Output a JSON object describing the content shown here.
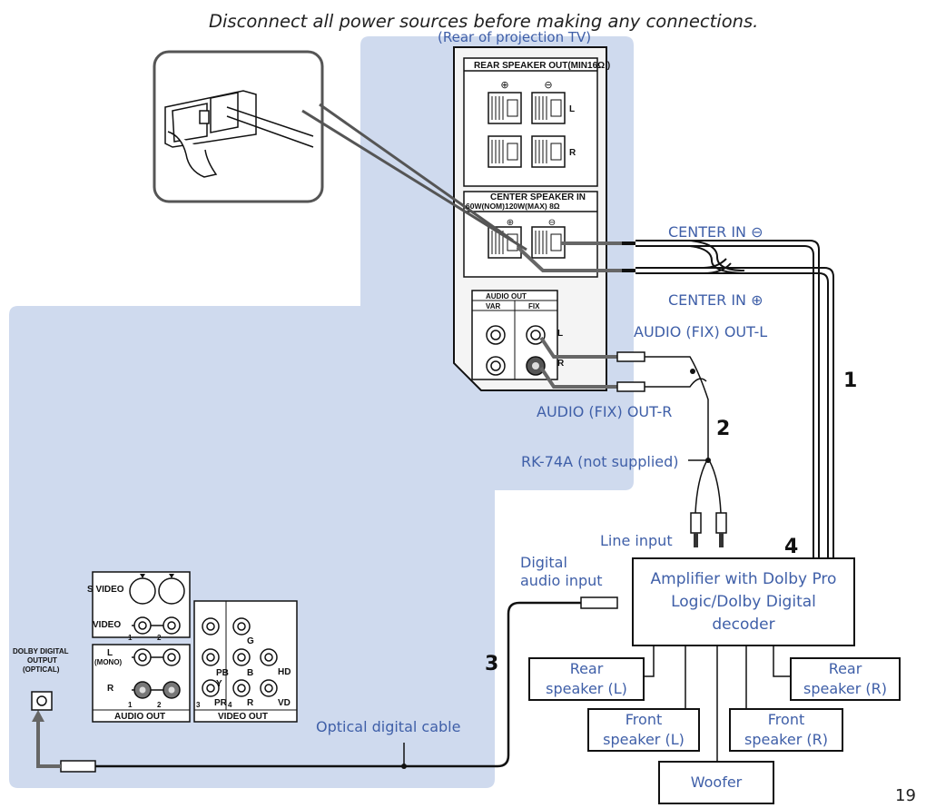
{
  "caution": "Disconnect all power sources before making any connections.",
  "rear_caption": "(Rear of projection TV)",
  "panel_rear": {
    "rear_speaker_out": "REAR SPEAKER OUT(MIN16Ω )",
    "center_speaker_in_1": "CENTER SPEAKER IN",
    "center_speaker_in_2": "60W(NOM)120W(MAX) 8Ω",
    "audio_out": "AUDIO OUT",
    "var": "VAR",
    "fix": "FIX",
    "L": "L",
    "R": "R"
  },
  "labels": {
    "center_in_minus": "CENTER IN ⊖",
    "center_in_plus": "CENTER IN ⊕",
    "audio_fix_out_l": "AUDIO (FIX) OUT-L",
    "audio_fix_out_r": "AUDIO (FIX) OUT-R",
    "rk74a": "RK-74A (not supplied)",
    "line_input": "Line input",
    "digital_audio_input_1": "Digital",
    "digital_audio_input_2": "audio input",
    "optical_cable": "Optical digital cable"
  },
  "steps": {
    "s1": "1",
    "s2": "2",
    "s3": "3",
    "s4": "4"
  },
  "boxes": {
    "amplifier": "Amplifier with Dolby Pro Logic/Dolby Digital decoder",
    "rear_l_1": "Rear",
    "rear_l_2": "speaker (L)",
    "rear_r_1": "Rear",
    "rear_r_2": "speaker (R)",
    "front_l_1": "Front",
    "front_l_2": "speaker (L)",
    "front_r_1": "Front",
    "front_r_2": "speaker (R)",
    "woofer": "Woofer"
  },
  "panel_front": {
    "dolby_1": "DOLBY DIGITAL",
    "dolby_2": "OUTPUT",
    "dolby_3": "(OPTICAL)",
    "s_video": "S VIDEO",
    "video": "VIDEO",
    "l_mono_1": "L",
    "l_mono_2": "(MONO)",
    "r": "R",
    "audio_out": "AUDIO OUT",
    "video_out": "VIDEO OUT",
    "y": "Y",
    "pb": "PB",
    "pr": "PR",
    "g": "G",
    "b": "B",
    "r2": "R",
    "hd": "HD",
    "vd": "VD",
    "n1": "1",
    "n2": "2",
    "n3": "3",
    "n4": "4"
  },
  "page_number": "19"
}
